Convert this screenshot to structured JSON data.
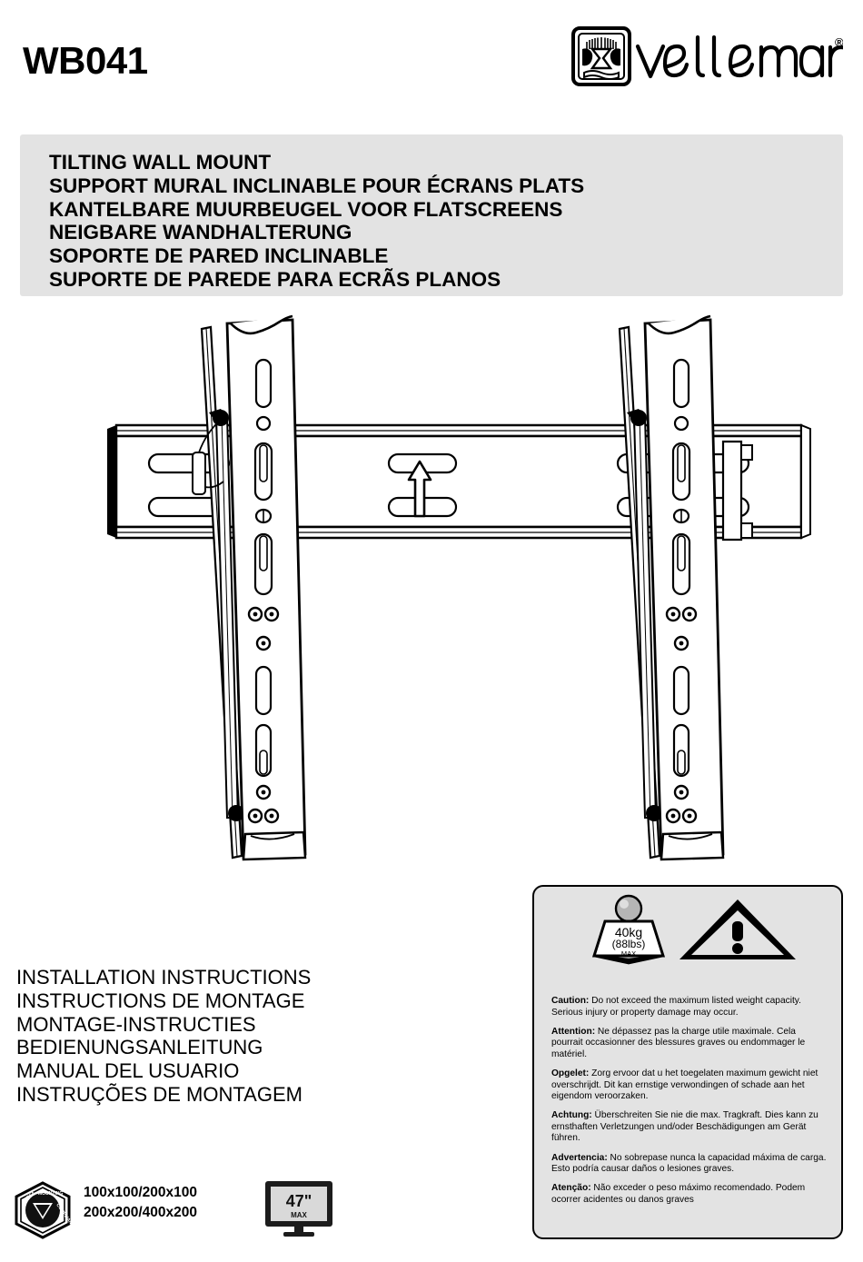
{
  "header": {
    "model": "WB041",
    "brand_name": "velleman",
    "brand_registered": "®",
    "brand_logo_icon": "velleman-emblem-icon"
  },
  "product_name_panel": {
    "lines": [
      "TILTING WALL MOUNT",
      "SUPPORT MURAL INCLINABLE POUR ÉCRANS PLATS",
      "KANTELBARE MUURBEUGEL VOOR FLATSCREENS",
      "NEIGBARE WANDHALTERUNG",
      "SOPORTE DE PARED INCLINABLE",
      "SUPORTE DE PAREDE PARA ECRÃS PLANOS"
    ]
  },
  "product_illustration": {
    "icon": "tilting-wall-mount-line-drawing",
    "orientation_arrow": "up-arrow-icon"
  },
  "instructions": {
    "lines": [
      "INSTALLATION INSTRUCTIONS",
      "INSTRUCTIONS DE MONTAGE",
      "MONTAGE-INSTRUCTIES",
      "BEDIENUNGSANLEITUNG",
      "MANUAL DEL USUARIO",
      "INSTRUÇÕES DE MONTAGEM"
    ]
  },
  "specs": {
    "vesa_badge_icon": "vesa-mounting-compliant-icon",
    "vesa_sizes": [
      "100x100/200x100",
      "200x200/400x200"
    ],
    "tv_size": "47\"",
    "tv_size_qualifier": "MAX",
    "tv_icon": "television-icon"
  },
  "caution_panel": {
    "weight_icon": "weight-block-icon",
    "weight_value": "40kg",
    "weight_value_imperial": "(88lbs)",
    "weight_qualifier": "MAX",
    "warning_icon": "warning-triangle-icon",
    "blocks": [
      {
        "label": "Caution:",
        "text": " Do not exceed the maximum listed weight capacity. Serious injury or property damage may occur."
      },
      {
        "label": "Attention:",
        "text": " Ne dépassez pas la charge utile maximale. Cela pourrait occasionner des blessures graves ou endommager le matériel."
      },
      {
        "label": "Opgelet:",
        "text": " Zorg ervoor dat u het toegelaten maximum gewicht niet overschrijdt. Dit kan ernstige verwondingen of schade aan het eigendom veroorzaken."
      },
      {
        "label": "Achtung:",
        "text": " Überschreiten Sie nie die max. Tragkraft. Dies kann zu ernsthaften Verletzungen und/oder Beschädigungen am Gerät führen."
      },
      {
        "label": "Advertencia:",
        "text": " No sobrepase nunca la capacidad máxima de carga. Esto podría causar daños o lesiones graves."
      },
      {
        "label": "Atenção:",
        "text": " Não exceder o peso máximo recomendado. Podem ocorrer acidentes ou danos graves"
      }
    ]
  },
  "colors": {
    "panel_background": "#e3e3e3",
    "page_background": "#ffffff",
    "ink": "#000000"
  }
}
